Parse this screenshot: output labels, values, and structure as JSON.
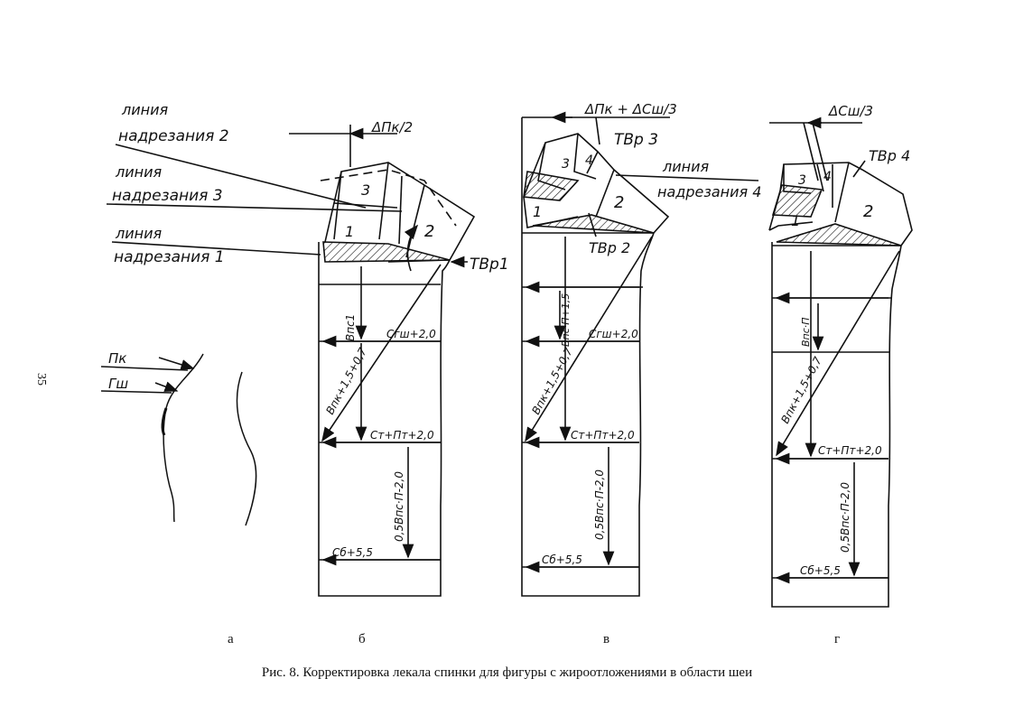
{
  "page_number": "35",
  "caption": "Рис. 8. Корректировка лекала спинки для фигуры с жироотложениями в области шеи",
  "panels": {
    "a": {
      "letter": "а",
      "label_pk": "Пк",
      "label_gsh": "Гш"
    },
    "b": {
      "letter": "б",
      "cut_line_1": [
        "линия",
        "надрезания 1"
      ],
      "cut_line_2": [
        "линия",
        "надрезания 2"
      ],
      "cut_line_3": [
        "линия",
        "надрезания 3"
      ],
      "delta_top": "ΔПк/2",
      "tvr": "ТВр1",
      "piece_1": "1",
      "piece_2": "2",
      "piece_3": "3",
      "dim_vert1": "Впс1",
      "dim_diag": "Впк+1,5+0,7",
      "dim_chest": "Сгш+2,0",
      "dim_waist": "Ст+Пт+2,0",
      "dim_low": "0,5Впс·П-2,0",
      "dim_hip": "Сб+5,5"
    },
    "v": {
      "letter": "в",
      "cut_line_4": [
        "линия",
        "надрезания 4"
      ],
      "delta_top": "ΔПк + ΔСш/3",
      "tvr3": "ТВр 3",
      "tvr2": "ТВр 2",
      "piece_1": "1",
      "piece_2": "2",
      "piece_3": "3",
      "piece_4": "4",
      "dim_vert1": "Впс·П+1,5",
      "dim_diag": "Впк+1,5+0,7",
      "dim_chest": "Сгш+2,0",
      "dim_waist": "Ст+Пт+2,0",
      "dim_low": "0,5Впс·П-2,0",
      "dim_hip": "Сб+5,5"
    },
    "g": {
      "letter": "г",
      "delta_top": "ΔСш/3",
      "tvr4": "ТВр 4",
      "piece_1": "1",
      "piece_2": "2",
      "piece_3": "3",
      "piece_4": "4",
      "dim_vert1": "Впс·П",
      "dim_diag": "Впк+1,5+0,7",
      "dim_waist": "Ст+Пт+2,0",
      "dim_low": "0,5Впс·П-2,0",
      "dim_hip": "Сб+5,5"
    }
  }
}
